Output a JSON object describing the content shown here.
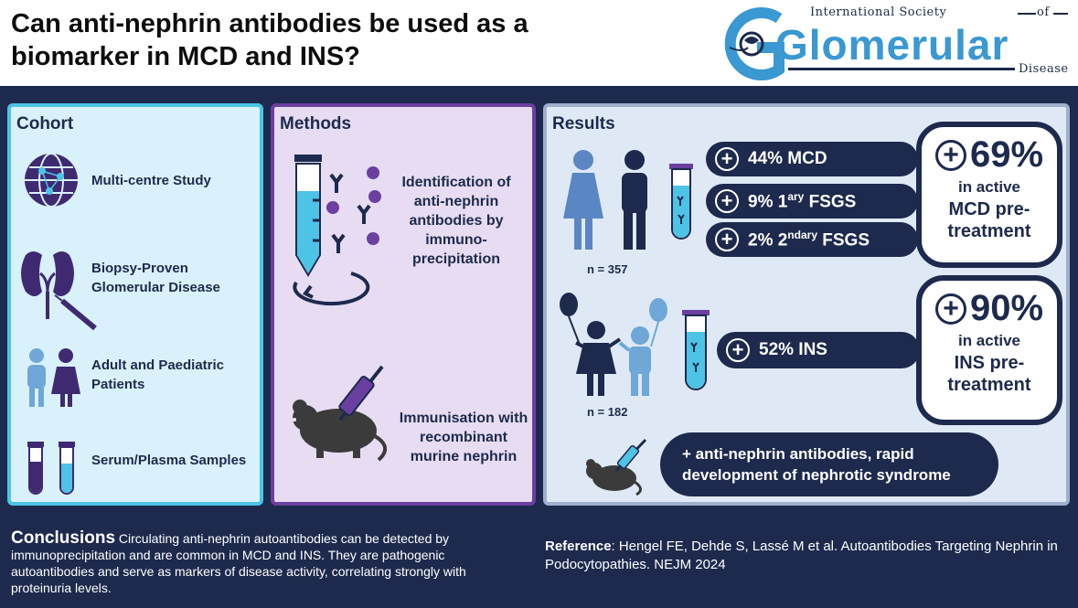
{
  "header": {
    "title": "Can anti-nephrin antibodies be used as a biomarker in MCD and INS?",
    "logo": {
      "top": "International Society",
      "of": "of",
      "big": "Glomerular",
      "bottom": "Disease"
    }
  },
  "cohort": {
    "title": "Cohort",
    "items": [
      {
        "label": "Multi-centre Study",
        "icon": "globe-network-icon"
      },
      {
        "label": "Biopsy-Proven Glomerular Disease",
        "icon": "kidney-biopsy-icon"
      },
      {
        "label": "Adult and Paediatric Patients",
        "icon": "child-figures-icon"
      },
      {
        "label": "Serum/Plasma Samples",
        "icon": "sample-tubes-icon"
      }
    ]
  },
  "methods": {
    "title": "Methods",
    "items": [
      {
        "label": "Identification of anti-nephrin antibodies by immuno-precipitation",
        "icon": "immunoprecipitation-icon"
      },
      {
        "label": "Immunisation with recombinant murine nephrin",
        "icon": "mouse-syringe-icon"
      }
    ]
  },
  "results": {
    "title": "Results",
    "group1": {
      "n": "n = 357",
      "pills": [
        {
          "text": "44% MCD"
        },
        {
          "pre": "9% 1",
          "sup": "ary",
          "post": " FSGS"
        },
        {
          "pre": "2% 2",
          "sup": "ndary",
          "post": " FSGS"
        }
      ],
      "pct": "69%",
      "line1": "in active",
      "line2": "MCD pre-",
      "line3": "treatment"
    },
    "group2": {
      "n": "n = 182",
      "pill": "52% INS",
      "pct": "90%",
      "line1": "in active",
      "line2": "INS pre-",
      "line3": "treatment"
    },
    "mouse_result": "+ anti-nephrin antibodies, rapid development of nephrotic syndrome"
  },
  "footer": {
    "conclusions_head": "Conclusions",
    "conclusions_text": "Circulating anti-nephrin autoantibodies can be detected by immunoprecipitation and are common in MCD and INS. They are pathogenic autoantibodies and serve as markers of disease activity, correlating strongly with proteinuria levels.",
    "reference_head": "Reference",
    "reference_text": ": Hengel FE, Dehde S, Lassé M et al. Autoantibodies Targeting Nephrin in Podocytopathies. NEJM 2024"
  },
  "colors": {
    "navy": "#1d2a4d",
    "cohort_bg": "#d9f1fa",
    "cohort_border": "#4dc3e6",
    "methods_bg": "#e7dcf2",
    "methods_border": "#6a3fa0",
    "results_bg": "#dfe9f6",
    "adult_blue": "#5b86c4",
    "child_blue": "#6ea7d8",
    "purple": "#6a3fa0"
  }
}
